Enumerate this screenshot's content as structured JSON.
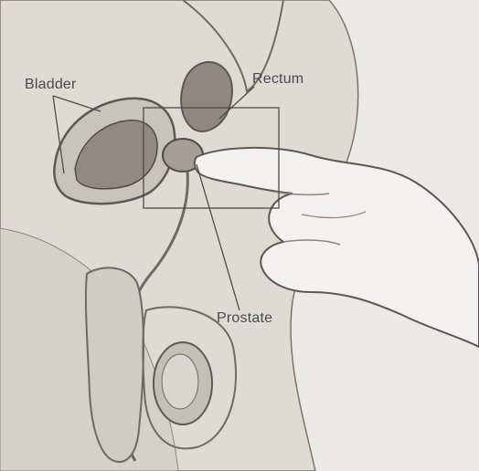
{
  "labels": {
    "bladder": "Bladder",
    "rectum": "Rectum",
    "prostate": "Prostate"
  },
  "colors": {
    "background": "#ebe9e5",
    "tissue_light": "#d9d6d1",
    "tissue_mid": "#bdb9b3",
    "tissue_dark": "#8d8882",
    "outline": "#5c5853",
    "glove": "#f2f1ef",
    "label_text": "#4a4a4a"
  }
}
